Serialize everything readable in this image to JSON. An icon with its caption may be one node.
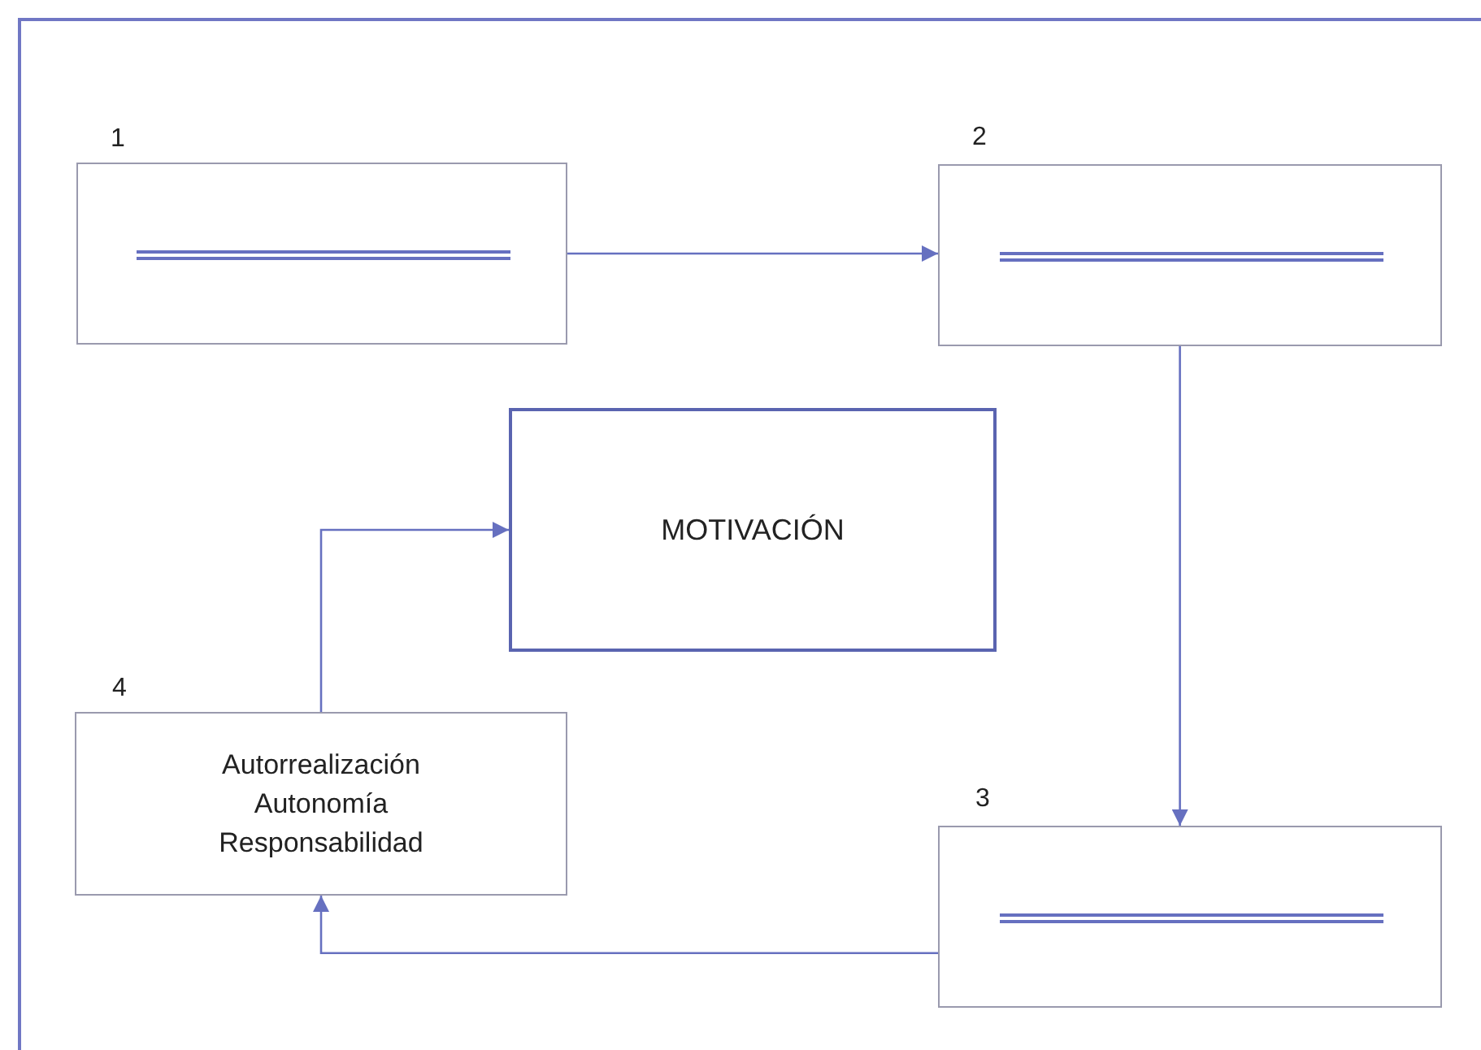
{
  "diagram": {
    "nodes": [
      {
        "text": [
          "1"
        ]
      },
      {
        "text": [
          "2"
        ]
      },
      {
        "text": [
          "MOTIVACIÓN"
        ]
      },
      {
        "text": [
          "4",
          "Autorrealización",
          "Autonomía",
          "Responsabilidad"
        ]
      },
      {
        "text": [
          "3"
        ]
      }
    ],
    "edges": [
      {
        "from": 0,
        "to": 1,
        "arrow": "to"
      },
      {
        "from": 1,
        "to": 4,
        "arrow": "to"
      },
      {
        "from": 4,
        "to": 3,
        "arrow": "to"
      },
      {
        "from": 3,
        "to": 2,
        "arrow": "to"
      }
    ]
  }
}
